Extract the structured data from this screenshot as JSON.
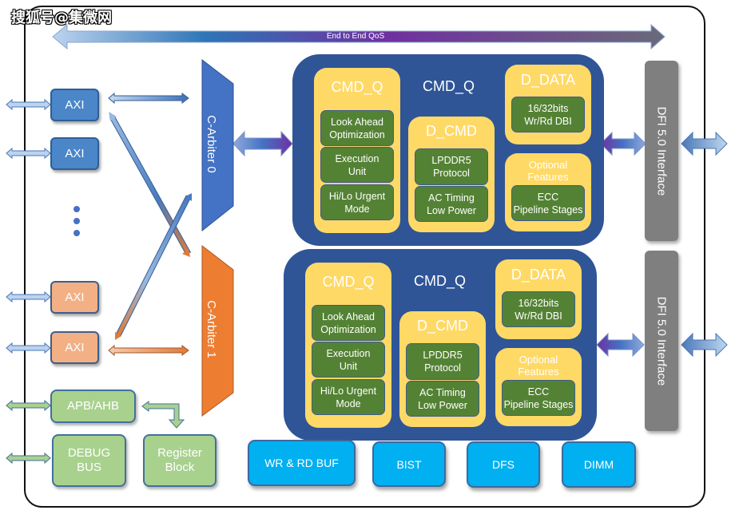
{
  "watermark": "搜狐号@集微网",
  "qos_bar": {
    "label": "End to End QoS"
  },
  "left_ports": {
    "axi_blue": [
      "AXI",
      "AXI"
    ],
    "axi_orange": [
      "AXI",
      "AXI"
    ],
    "ellipsis": "⋮",
    "apb": "APB/AHB",
    "debug": [
      "DEBUG",
      "BUS"
    ],
    "register": [
      "Register",
      "Block"
    ]
  },
  "arbiters": [
    {
      "label": "C-Arbiter 0",
      "color": "#4472c4"
    },
    {
      "label": "C-Arbiter 1",
      "color": "#ed7d31"
    }
  ],
  "controllers": [
    {
      "title": "CMD_Q",
      "cmd_q": {
        "title": "CMD_Q",
        "items": [
          [
            "Look Ahead",
            "Optimization"
          ],
          [
            "Execution",
            "Unit"
          ],
          [
            "Hi/Lo Urgent",
            "Mode"
          ]
        ]
      },
      "d_cmd": {
        "title": "D_CMD",
        "items": [
          [
            "LPDDR5",
            "Protocol"
          ],
          [
            "AC Timing",
            "Low Power"
          ]
        ]
      },
      "d_data": {
        "title": "D_DATA",
        "items": [
          [
            "16/32bits",
            "Wr/Rd DBI"
          ]
        ]
      },
      "optional": {
        "title": [
          "Optional",
          "Features"
        ],
        "items": [
          [
            "ECC",
            "Pipeline Stages"
          ]
        ]
      }
    },
    {
      "title": "CMD_Q",
      "cmd_q": {
        "title": "CMD_Q",
        "items": [
          [
            "Look Ahead",
            "Optimization"
          ],
          [
            "Execution",
            "Unit"
          ],
          [
            "Hi/Lo Urgent",
            "Mode"
          ]
        ]
      },
      "d_cmd": {
        "title": "D_CMD",
        "items": [
          [
            "LPDDR5",
            "Protocol"
          ],
          [
            "AC Timing",
            "Low Power"
          ]
        ]
      },
      "d_data": {
        "title": "D_DATA",
        "items": [
          [
            "16/32bits",
            "Wr/Rd DBI"
          ]
        ]
      },
      "optional": {
        "title": [
          "Optional",
          "Features"
        ],
        "items": [
          [
            "ECC",
            "Pipeline Stages"
          ]
        ]
      }
    }
  ],
  "dfi": [
    "DFI 5.0 Interface",
    "DFI 5.0 Interface"
  ],
  "bottom_blocks": [
    "WR & RD BUF",
    "BIST",
    "DFS",
    "DIMM"
  ],
  "colors": {
    "controller_bg": "#2f5597",
    "sub_block": "#ffd966",
    "feature_box": "#548235",
    "bottom_block": "#00b0f0",
    "dfi": "#7f7f7f",
    "axi_blue": "#4a86c8",
    "axi_orange": "#f3b084",
    "green_block": "#a9d18e"
  }
}
